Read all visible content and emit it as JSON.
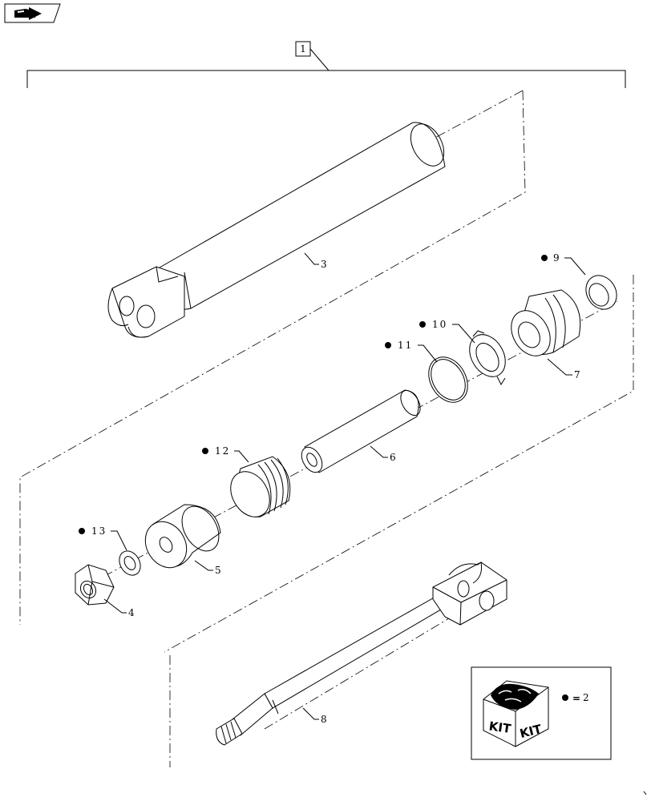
{
  "nav_button": {
    "icon": "book-arrow-icon"
  },
  "assembly_label": "1",
  "labels": {
    "p2": "2",
    "p3": "3",
    "p4": "4",
    "p5": "5",
    "p6": "6",
    "p7": "7",
    "p8": "8",
    "p9": "9",
    "p10": "10",
    "p11": "11",
    "p12": "12",
    "p13": "13"
  },
  "kit_legend": {
    "box_text_left": "KIT",
    "box_text_right": "KIT",
    "equals": "=",
    "kit_part": "2"
  },
  "colors": {
    "line": "#000000",
    "background": "#ffffff"
  }
}
